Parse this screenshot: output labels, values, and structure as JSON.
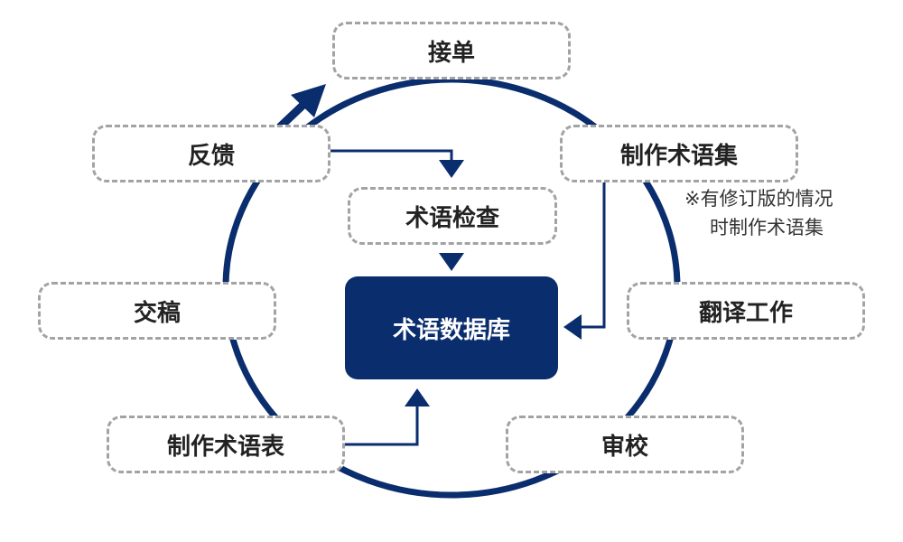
{
  "colors": {
    "accent": "#0a2d6e",
    "box_border": "#a3a3a3"
  },
  "nodes": {
    "order": "接单",
    "feedback": "反馈",
    "make_glossary_set": "制作术语集",
    "term_check": "术语检查",
    "delivery": "交稿",
    "translation": "翻译工作",
    "make_glossary_table": "制作术语表",
    "review": "审校",
    "database": "术语数据库"
  },
  "note": {
    "line1": "※有修订版的情况",
    "line2": "时制作术语集"
  }
}
